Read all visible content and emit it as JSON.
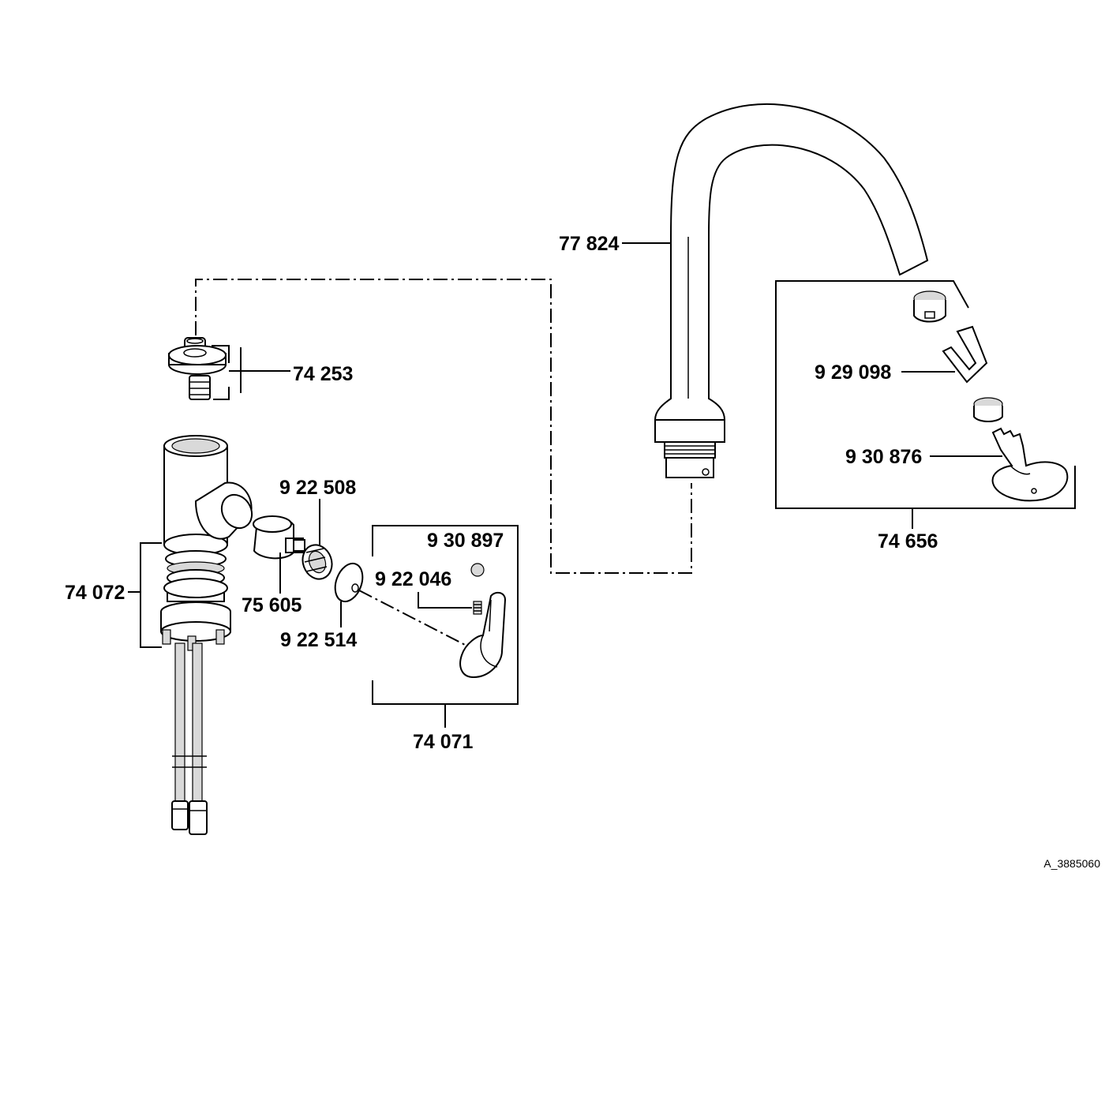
{
  "parts": {
    "spout": "77 824",
    "connector": "74 253",
    "body_set": "74 072",
    "cartridge": "75 605",
    "nut": "9 22 508",
    "rosette": "9 22 514",
    "handle_set": "74 071",
    "cap": "9 30 897",
    "screw": "9 22 046",
    "aerator_set": "74 656",
    "aerator_key": "9 29 098",
    "aerator_wrench": "9 30 876"
  },
  "drawing_id": "A_3885060"
}
